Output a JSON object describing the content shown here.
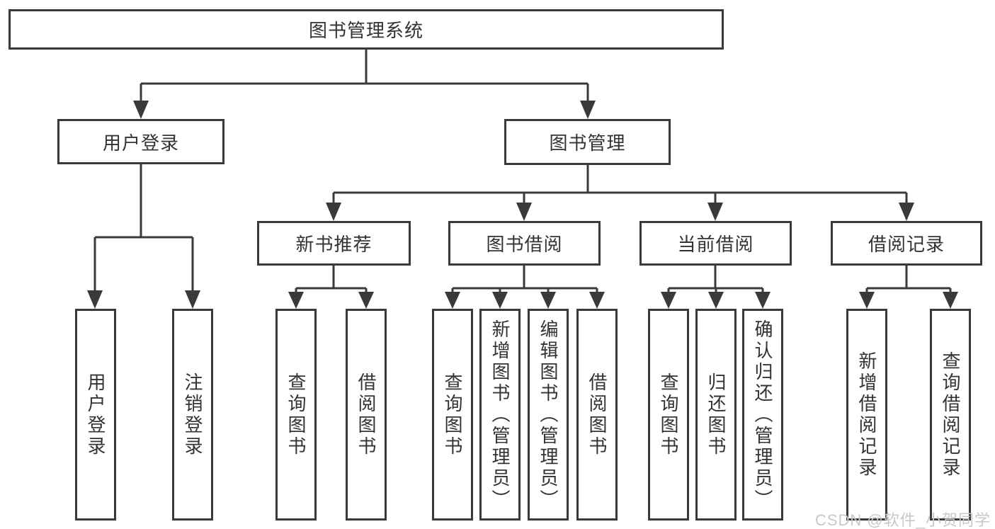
{
  "tree": {
    "label": "图书管理系统",
    "children": [
      {
        "label": "用户登录",
        "children": [
          {
            "label": "用户登录"
          },
          {
            "label": "注销登录"
          }
        ]
      },
      {
        "label": "图书管理",
        "children": [
          {
            "label": "新书推荐",
            "children": [
              {
                "label": "查询图书"
              },
              {
                "label": "借阅图书"
              }
            ]
          },
          {
            "label": "图书借阅",
            "children": [
              {
                "label": "查询图书"
              },
              {
                "label": "新增图书（管理员）"
              },
              {
                "label": "编辑图书（管理员）"
              },
              {
                "label": "借阅图书"
              }
            ]
          },
          {
            "label": "当前借阅",
            "children": [
              {
                "label": "查询图书"
              },
              {
                "label": "归还图书"
              },
              {
                "label": "确认归还（管理员）"
              }
            ]
          },
          {
            "label": "借阅记录",
            "children": [
              {
                "label": "新增借阅记录"
              },
              {
                "label": "查询借阅记录"
              }
            ]
          }
        ]
      }
    ]
  },
  "watermark": "CSDN @软件_小贺同学",
  "colors": {
    "line": "#3a3a3a",
    "text": "#333333",
    "watermark": "#c8c8c8",
    "background": "#ffffff"
  }
}
